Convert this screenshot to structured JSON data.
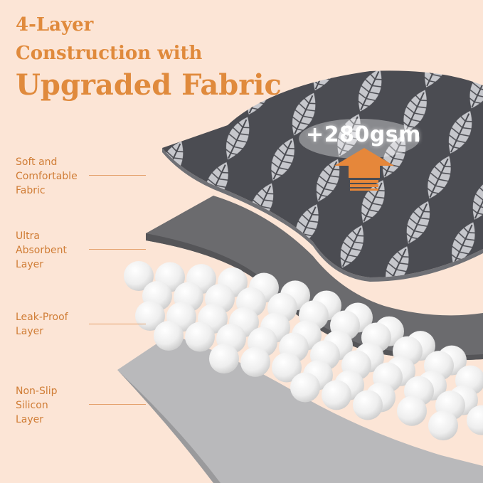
{
  "headline": {
    "line1": "4-Layer",
    "line2": "Construction with",
    "line3": "Upgraded Fabric"
  },
  "layers": [
    {
      "label_lines": [
        "Soft and",
        "Comfortable",
        "Fabric"
      ]
    },
    {
      "label_lines": [
        "Ultra",
        "Absorbent",
        "Layer"
      ]
    },
    {
      "label_lines": [
        "Leak-Proof",
        "Layer"
      ]
    },
    {
      "label_lines": [
        "Non-Slip",
        "Silicon",
        "Layer"
      ]
    }
  ],
  "badge": {
    "text": "+280gsm",
    "arrow_icon": "upward-arrow-icon"
  },
  "colors": {
    "background": "#fce5d6",
    "accent": "#e08a3c",
    "fabric_layer": "#8e9096",
    "absorbent_layer": "#6b6b6e",
    "ball_layer": "#f4f4f4",
    "silicon_layer": "#b9b9bb"
  }
}
